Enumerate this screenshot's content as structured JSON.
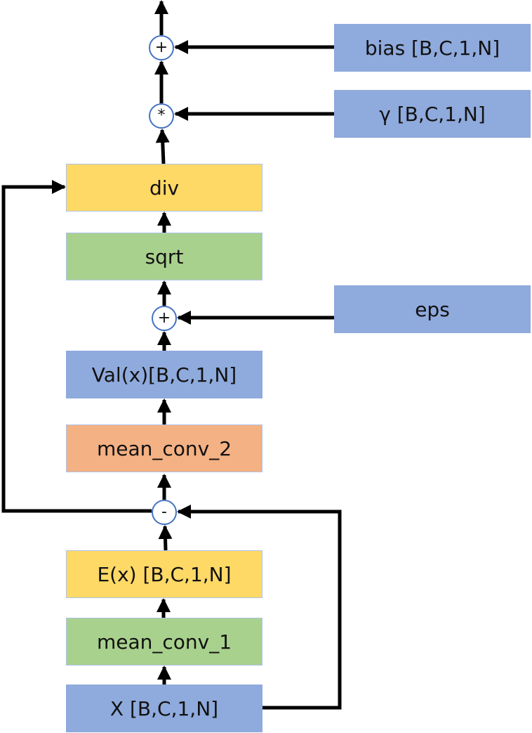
{
  "diagram": {
    "inputs": {
      "bias": "bias [B,C,1,N]",
      "gamma": "γ [B,C,1,N]",
      "eps": "eps"
    },
    "nodes": {
      "div": "div",
      "sqrt": "sqrt",
      "val": "Val(x)[B,C,1,N]",
      "mean_conv_2": "mean_conv_2",
      "ex": "E(x) [B,C,1,N]",
      "mean_conv_1": "mean_conv_1",
      "x": "X [B,C,1,N]"
    },
    "operators": {
      "add_bias": "+",
      "mul_gamma": "*",
      "add_eps": "+",
      "sub": "-"
    },
    "colors": {
      "blue": "#8faadc",
      "yellow": "#ffd966",
      "green": "#a9d18e",
      "orange": "#f4b183",
      "operator_outline": "#4472c4",
      "arrow": "#000000"
    }
  }
}
